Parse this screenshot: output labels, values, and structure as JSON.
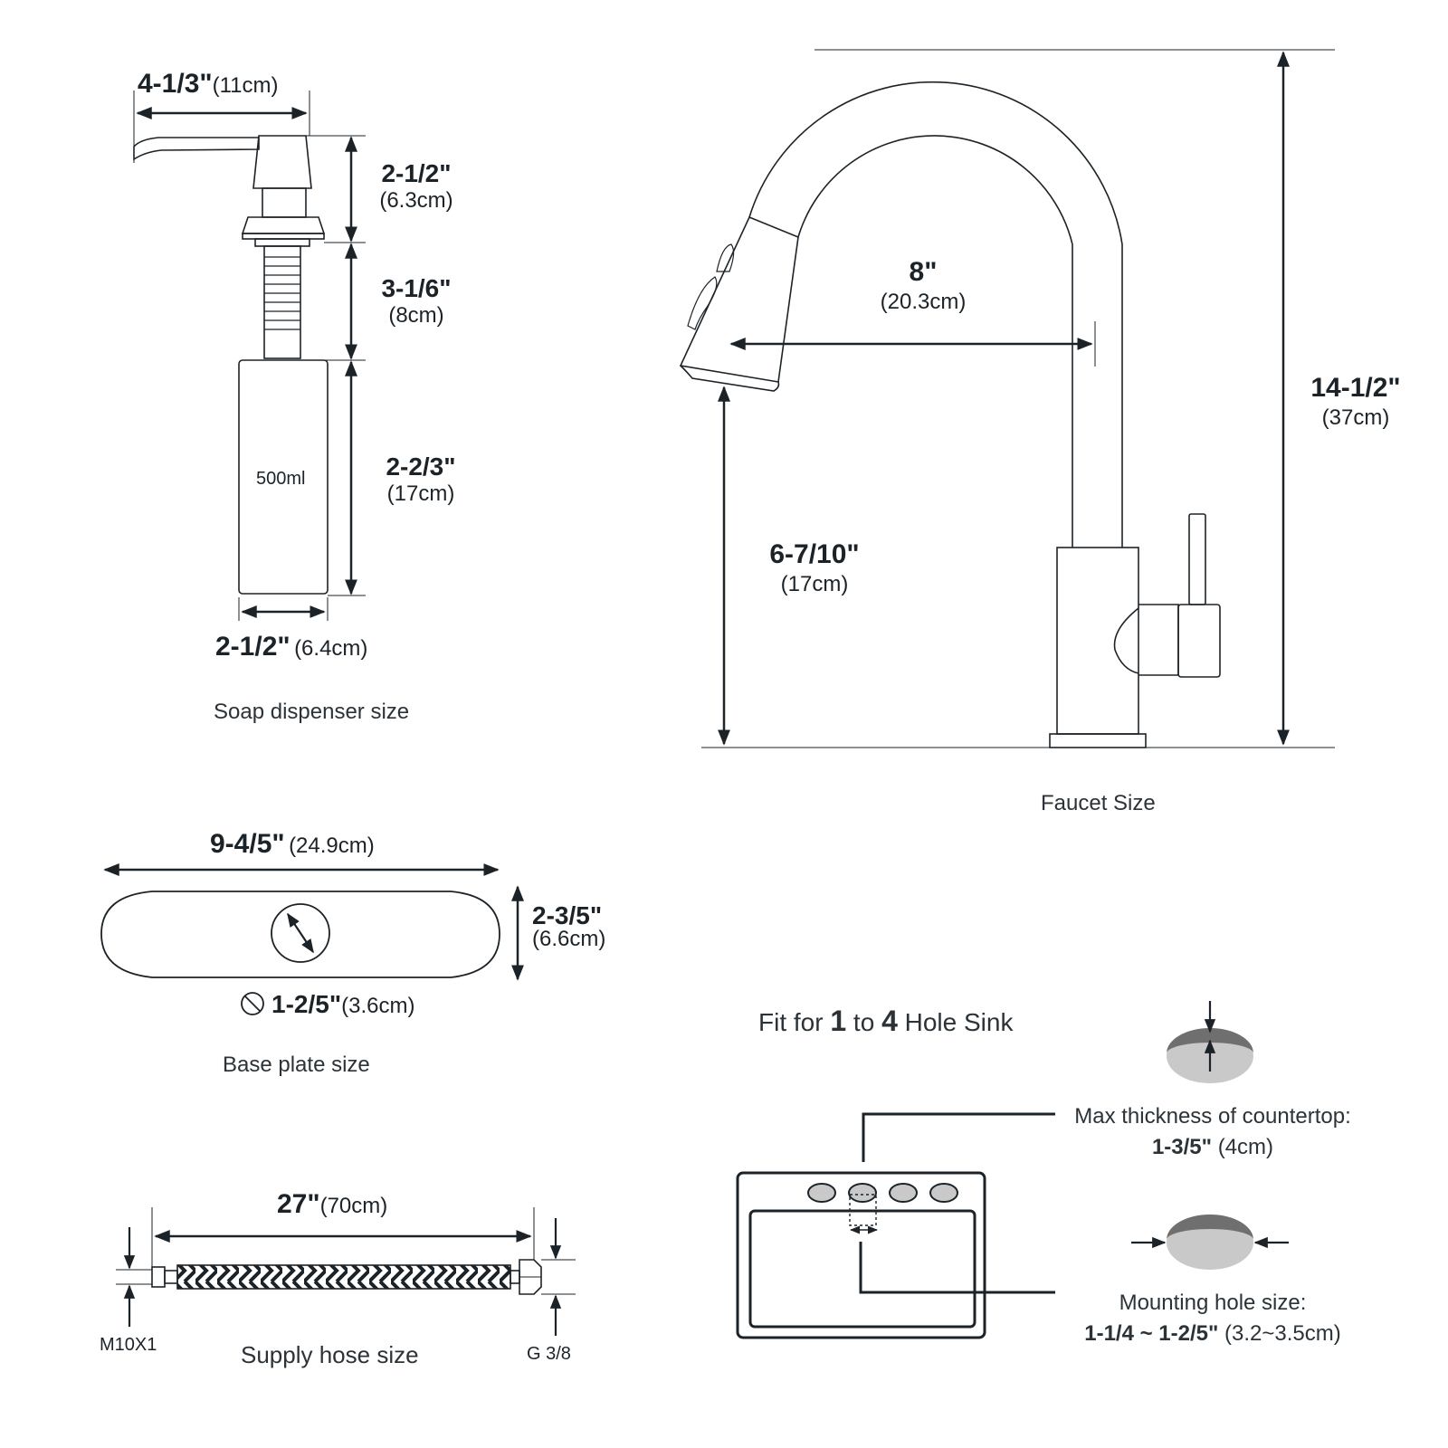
{
  "soap": {
    "width_in": "4-1/3\"",
    "width_cm": "(11cm)",
    "pump_in": "2-1/2\"",
    "pump_cm": "(6.3cm)",
    "shank_in": "3-1/6\"",
    "shank_cm": "(8cm)",
    "bottle_in": "2-2/3\"",
    "bottle_cm": "(17cm)",
    "volume": "500ml",
    "bottom_in": "2-1/2\"",
    "bottom_cm": "(6.4cm)",
    "caption": "Soap dispenser size"
  },
  "faucet": {
    "reach_in": "8\"",
    "reach_cm": "(20.3cm)",
    "height_in": "14-1/2\"",
    "height_cm": "(37cm)",
    "spout_in": "6-7/10\"",
    "spout_cm": "(17cm)",
    "caption": "Faucet Size"
  },
  "base_plate": {
    "length_in": "9-4/5\"",
    "length_cm": "(24.9cm)",
    "width_in": "2-3/5\"",
    "width_cm": "(6.6cm)",
    "hole_in": "1-2/5\"",
    "hole_cm": "(3.6cm)",
    "caption": "Base plate size"
  },
  "hose": {
    "length_in": "27\"",
    "length_cm": "(70cm)",
    "left_thread": "M10X1",
    "right_thread": "G 3/8",
    "caption": "Supply hose size"
  },
  "sink": {
    "fit_prefix": "Fit for",
    "fit_min": "1",
    "fit_mid": "to",
    "fit_max": "4",
    "fit_suffix": "Hole Sink",
    "thickness_label": "Max thickness of countertop:",
    "thickness_in": "1-3/5\"",
    "thickness_cm": "(4cm)",
    "hole_label": "Mounting hole size:",
    "hole_in": "1-1/4 ~ 1-2/5\"",
    "hole_cm": "(3.2~3.5cm)"
  },
  "colors": {
    "line": "#1c2328",
    "hole_fill": "#c9c9c9",
    "hole_rim": "#6f6f6f"
  }
}
